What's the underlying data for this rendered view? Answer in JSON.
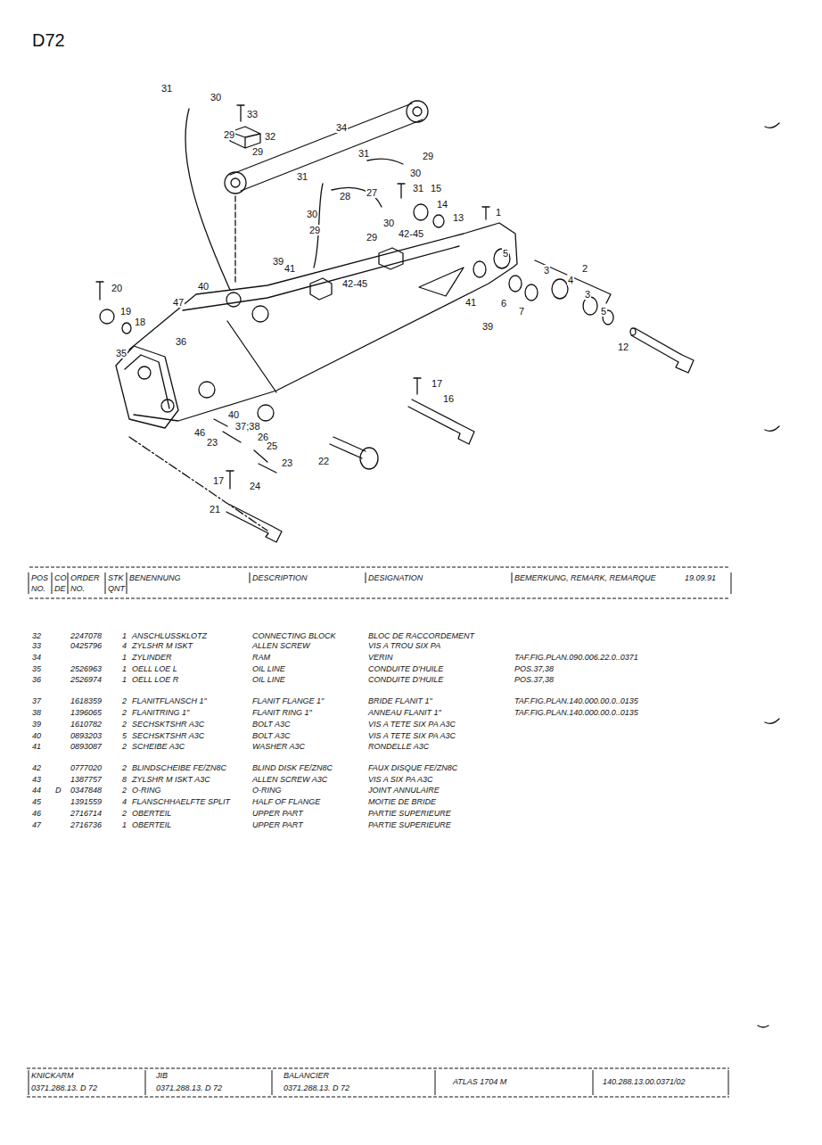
{
  "diagram": {
    "title": "D72",
    "labels": [
      "31",
      "30",
      "33",
      "29",
      "32",
      "34",
      "29",
      "31",
      "29",
      "30",
      "31",
      "28",
      "27",
      "31",
      "15",
      "14",
      "13",
      "1",
      "30",
      "30",
      "29",
      "29",
      "42-45",
      "39",
      "41",
      "5",
      "3",
      "2",
      "4",
      "42-45",
      "40",
      "20",
      "47",
      "19",
      "18",
      "3",
      "41",
      "6",
      "7",
      "39",
      "5",
      "36",
      "12",
      "35",
      "17",
      "16",
      "40",
      "37;38",
      "46",
      "26",
      "23",
      "25",
      "23",
      "22",
      "17",
      "24",
      "21",
      "POS",
      "CO",
      "ORDER",
      "STK",
      "BENENNUNG",
      "DESCRIPTION",
      "DESIGNATION",
      "BEMERKUNG, REMARK, REMARQUE",
      "19.09.91",
      "NO.",
      "DE",
      "NO.",
      "QNT",
      "32",
      "2247078",
      "1",
      "ANSCHLUSSKLOTZ",
      "CONNECTING BLOCK",
      "BLOC DE RACCORDEMENT",
      "33",
      "0425796",
      "4",
      "ZYLSHR M ISKT",
      "ALLEN SCREW",
      "VIS A TROU SIX PA",
      "34",
      "1",
      "ZYLINDER",
      "RAM",
      "VERIN",
      "TAF.FIG.PLAN.090.006.22.0..0371",
      "35",
      "2526963",
      "1",
      "OELL LOE L",
      "OIL LINE",
      "CONDUITE D'HUILE",
      "POS.37,38",
      "36",
      "2526974",
      "1",
      "OELL LOE R",
      "OIL LINE",
      "CONDUITE D'HUILE",
      "POS.37,38",
      "37",
      "1618359",
      "2",
      "FLANITFLANSCH 1\"",
      "FLANIT FLANGE 1\"",
      "BRIDE FLANIT 1\"",
      "TAF.FIG.PLAN.140.000.00.0..0135",
      "38",
      "1396065",
      "2",
      "FLANITRING 1\"",
      "FLANIT RING 1\"",
      "ANNEAU FLANIT 1\"",
      "TAF.FIG.PLAN.140.000.00.0..0135",
      "39",
      "1610782",
      "2",
      "SECHSKTSHR A3C",
      "BOLT A3C",
      "VIS A TETE SIX PA A3C",
      "40",
      "0893203",
      "5",
      "SECHSKTSHR A3C",
      "BOLT A3C",
      "VIS A TETE SIX PA A3C",
      "41",
      "0893087",
      "2",
      "SCHEIBE A3C",
      "WASHER A3C",
      "RONDELLE A3C",
      "42",
      "0777020",
      "2",
      "BLINDSCHEIBE FE/ZN8C",
      "BLIND DISK FE/ZN8C",
      "FAUX DISQUE FE/ZN8C",
      "43",
      "1387757",
      "8",
      "ZYLSHR M ISKT A3C",
      "ALLEN SCREW A3C",
      "VIS A SIX PA A3C",
      "44",
      "D",
      "0347848",
      "2",
      "O-RING",
      "O-RING",
      "JOINT ANNULAIRE",
      "45",
      "1391559",
      "4",
      "FLANSCHHAELFTE SPLIT",
      "HALF OF FLANGE",
      "MOITIE DE BRIDE",
      "46",
      "2716714",
      "2",
      "OBERTEIL",
      "UPPER PART",
      "PARTIE SUPERIEURE",
      "47",
      "2716736",
      "1",
      "OBERTEIL",
      "UPPER PART",
      "PARTIE SUPERIEURE",
      "KNICKARM",
      "0371.288.13. D 72",
      "JIB",
      "0371.288.13. D 72",
      "BALANCIER",
      "0371.288.13. D 72",
      "ATLAS 1704 M",
      "140.288.13.00.0371/02"
    ]
  }
}
